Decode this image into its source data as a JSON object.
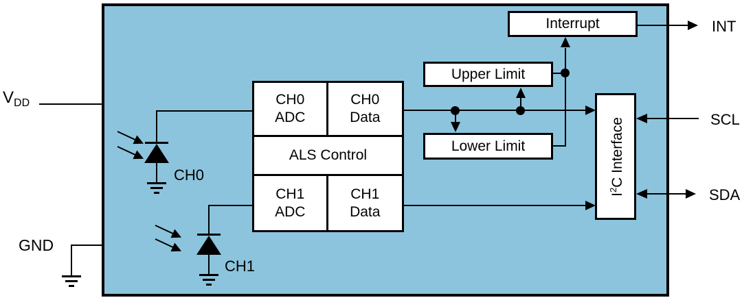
{
  "colors": {
    "chip_fill": "#8CC4DD",
    "block_fill": "#FFFFFF",
    "line": "#000000"
  },
  "pins": {
    "vdd": {
      "main": "V",
      "sub": "DD"
    },
    "gnd": "GND",
    "int": "INT",
    "scl": "SCL",
    "sda": "SDA"
  },
  "photodiodes": {
    "ch0": "CH0",
    "ch1": "CH1"
  },
  "blocks": {
    "ch0_adc": {
      "line1": "CH0",
      "line2": "ADC"
    },
    "ch0_data": {
      "line1": "CH0",
      "line2": "Data"
    },
    "als_control": "ALS Control",
    "ch1_adc": {
      "line1": "CH1",
      "line2": "ADC"
    },
    "ch1_data": {
      "line1": "CH1",
      "line2": "Data"
    },
    "upper_limit": "Upper Limit",
    "lower_limit": "Lower Limit",
    "interrupt": "Interrupt",
    "i2c": {
      "pre": "I",
      "sup": "2",
      "post": "C Interface"
    }
  }
}
